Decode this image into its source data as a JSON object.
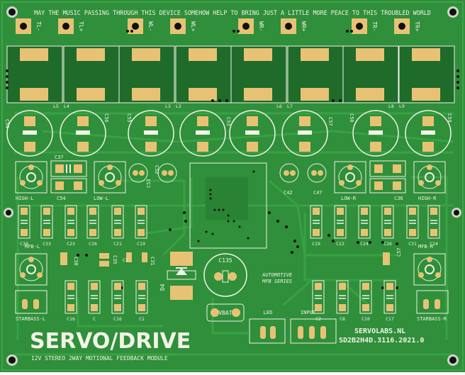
{
  "colors": {
    "board": "#2f8f3a",
    "board_dark": "#1f6b2a",
    "trace": "#3fa34a",
    "silk": "#f2f2e6",
    "pad": "#e8c274",
    "pad_dark": "#c79a45",
    "hole": "#111111",
    "via_ring": "#cfd6c6"
  },
  "motto": "MAY THE MUSIC PASSING THROUGH THIS DEVICE SOMEHOW HELP TO BRING JUST A LITTLE MORE PEACE TO THIS TROUBLED WORLD",
  "top_terminals": [
    "TL-",
    "TL+",
    "WL-",
    "WL+",
    "WR-",
    "WR+",
    "TR-",
    "TR+"
  ],
  "inductors": [
    "L5",
    "L4",
    "L3",
    "L2",
    "L6",
    "L7",
    "L8",
    "L9"
  ],
  "big_caps": [
    "C54",
    "C56",
    "C55",
    "C53",
    "C57",
    "C58",
    "C59"
  ],
  "small_labels": {
    "c37": "C37",
    "c54": "C54",
    "c36": "C36",
    "c35": "C35",
    "c52": "C52",
    "c53": "C53",
    "c42": "C42",
    "c47": "C47",
    "c135": "C135",
    "c38": "C38",
    "c33": "C33",
    "c31": "C31",
    "c30": "C30",
    "c57": "C57",
    "d4": "D4"
  },
  "pots": {
    "high_l": "HIGH-L",
    "low_l": "LOW-L",
    "low_r": "LOW-R",
    "high_r": "HIGH-R",
    "mfb_l": "MFB-L",
    "mfb_r": "MFB-R"
  },
  "caps_row_left": [
    "C30",
    "C33",
    "C23",
    "C26",
    "C21",
    "C19"
  ],
  "caps_row_right": [
    "C19",
    "C22",
    "C24",
    "C26",
    "C31",
    "C24"
  ],
  "caps_lower_left": [
    "C16",
    "C",
    "C16",
    "C1"
  ],
  "caps_lower_right": [
    "C2",
    "C8",
    "C10",
    "C17"
  ],
  "automotive": "AUTOMOTIVE",
  "mfb_series": "MFB SERIES",
  "starbass_l": "STARBASS-L",
  "starbass_r": "STARBASS-R",
  "vbat": "VBAT",
  "led": "LED",
  "input": "INPUT",
  "title": "SERVO/DRIVE",
  "subtitle": "12V STEREO 2WAY MOTIONAL FEEDBACK MODULE",
  "brand": "SERVOLABS.NL",
  "part_number": "SD2B2H4D.3116.2021.0"
}
